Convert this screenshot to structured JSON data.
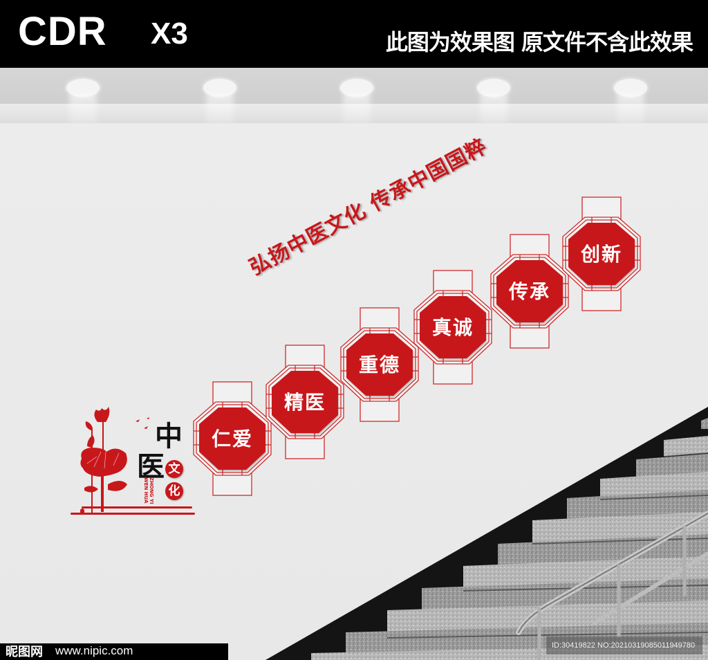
{
  "header": {
    "format_label": "CDR",
    "version_label": "X3",
    "notice": "此图为效果图  原文件不含此效果"
  },
  "scene": {
    "ceiling_lights": 5,
    "slogan": "弘扬中医文化  传承中国国粹",
    "colors": {
      "accent_red": "#c8171b",
      "wall": "#ebebeb",
      "header_bg": "#000000"
    }
  },
  "logo": {
    "char_1": "中",
    "char_2": "医",
    "circle_1": "文",
    "circle_2": "化",
    "pinyin_1": "ZHONG YI",
    "pinyin_2": "WEN HUA"
  },
  "signs": [
    {
      "label": "仁爱"
    },
    {
      "label": "精医"
    },
    {
      "label": "重德"
    },
    {
      "label": "真诚"
    },
    {
      "label": "传承"
    },
    {
      "label": "创新"
    }
  ],
  "footer": {
    "site_logo": "昵图网",
    "site_url": "www.nipic.com",
    "image_id": "ID:30419822 NO:20210319085011949780"
  }
}
